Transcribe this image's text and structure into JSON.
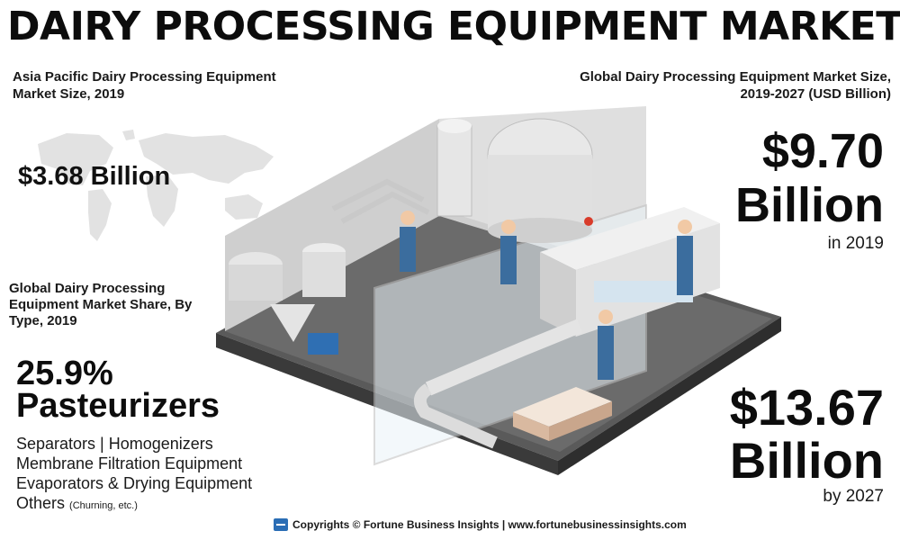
{
  "title": "DAIRY PROCESSING EQUIPMENT MARKET",
  "asia_pacific": {
    "label": "Asia Pacific Dairy Processing Equipment Market Size, 2019",
    "value": "$3.68 Billion"
  },
  "global_size": {
    "label_line1": "Global Dairy Processing Equipment Market Size,",
    "label_line2": "2019-2027 (USD Billion)",
    "value_2019": "$9.70",
    "unit_2019": "Billion",
    "caption_2019": "in 2019",
    "value_2027": "$13.67",
    "unit_2027": "Billion",
    "caption_2027": "by 2027"
  },
  "share": {
    "label": "Global Dairy Processing Equipment Market Share, By Type, 2019",
    "percent": "25.9%",
    "leading_type": "Pasteurizers",
    "other_types": [
      "Separators  |  Homogenizers",
      "Membrane Filtration Equipment",
      "Evaporators & Drying Equipment",
      "Others"
    ],
    "others_note": "(Churning, etc.)"
  },
  "footer": {
    "text": "Copyrights © Fortune Business Insights | www.fortunebusinessinsights.com"
  },
  "icons": [
    "world-map",
    "fortune-logo-icon",
    "factory-illustration"
  ],
  "colors": {
    "floor": "#4a4a4a",
    "wall": "#d6d6d6",
    "worker_blue": "#3b6d9e",
    "accent_blue": "#2f6fb3"
  }
}
